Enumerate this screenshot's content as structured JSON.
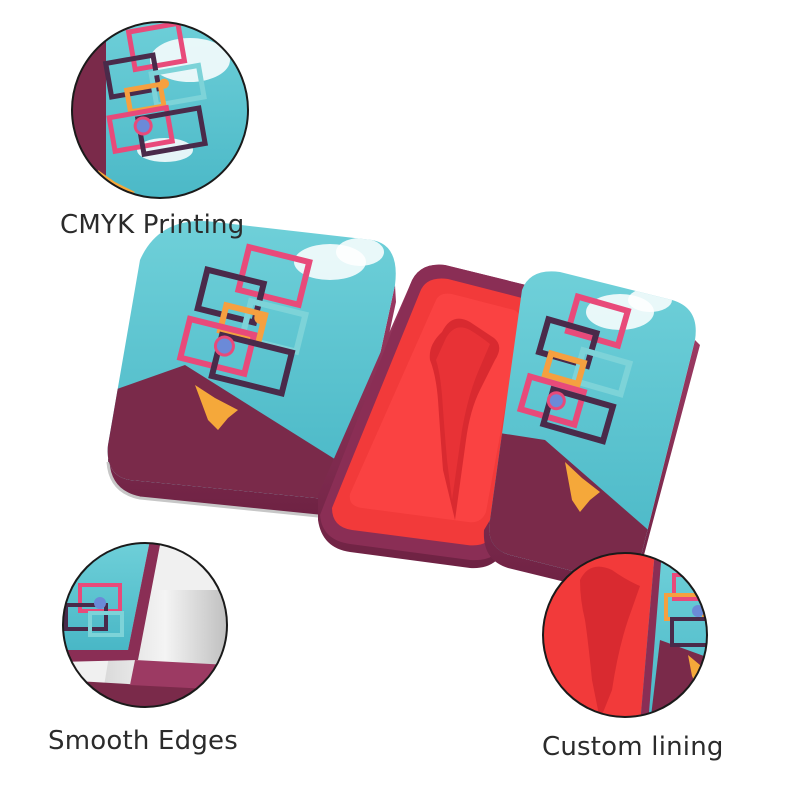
{
  "features": {
    "cmyk_printing": "CMYK Printing",
    "smooth_edges": "Smooth Edges",
    "custom_lining": "Custom lining"
  },
  "colors": {
    "sky": "#5bc9d3",
    "maroon": "#7a2a4a",
    "lining_red": "#f23a3a",
    "tin_rim": "#8a2e55",
    "flag": "#f5a83a"
  }
}
